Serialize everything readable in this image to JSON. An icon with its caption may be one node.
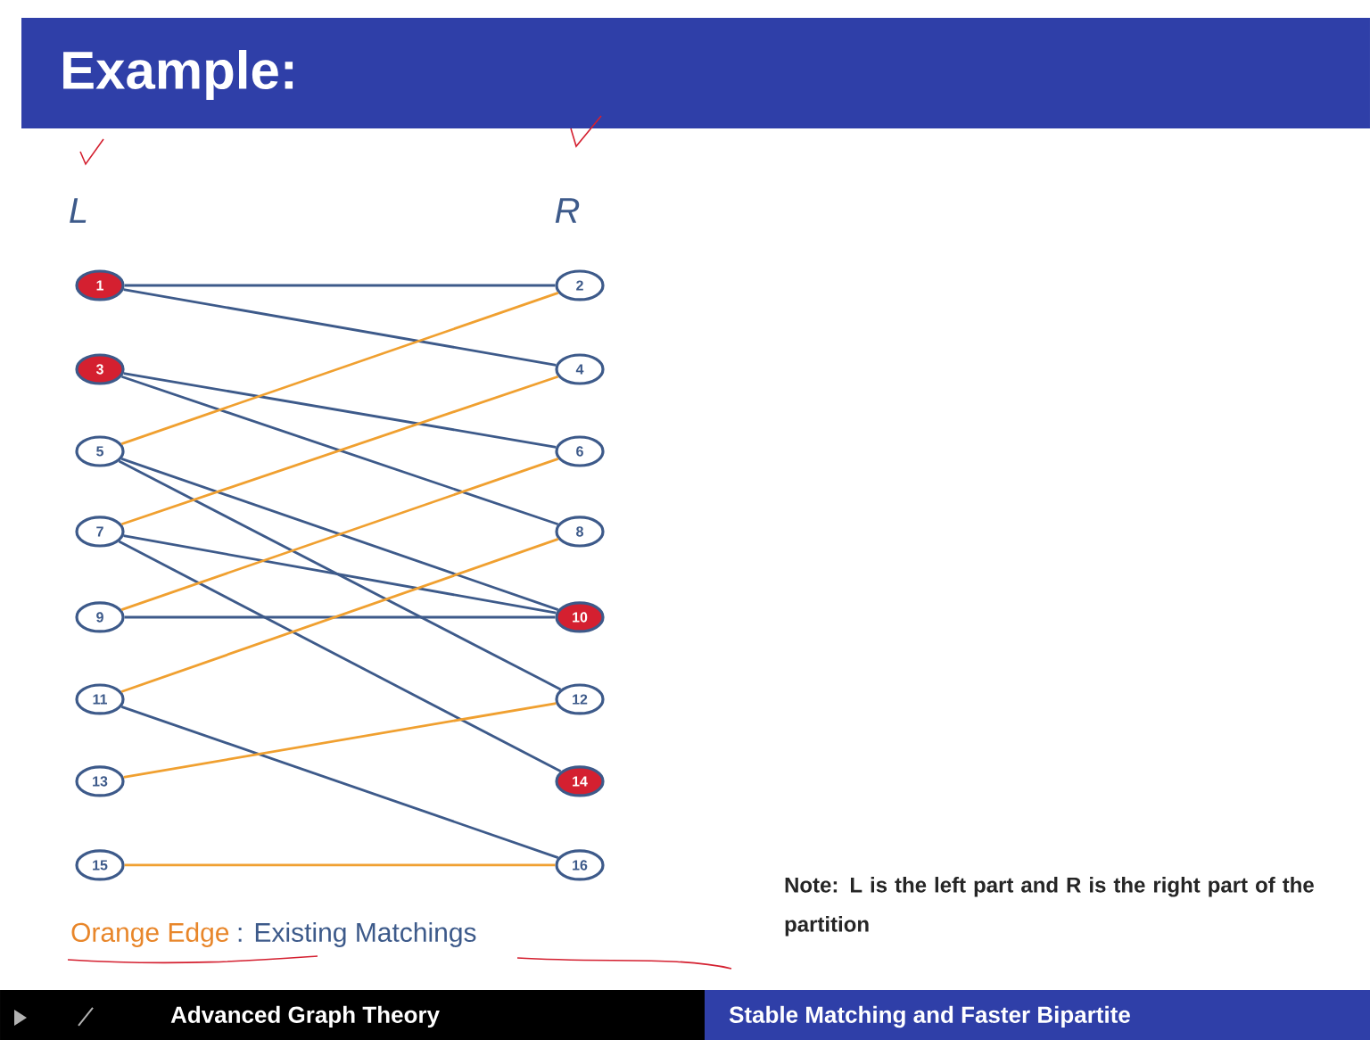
{
  "diagram": {
    "title": "Example:",
    "nodes": [
      {
        "text": [
          "1"
        ]
      },
      {
        "text": [
          "3"
        ]
      },
      {
        "text": [
          "5"
        ]
      },
      {
        "text": [
          "7"
        ]
      },
      {
        "text": [
          "9"
        ]
      },
      {
        "text": [
          "11"
        ]
      },
      {
        "text": [
          "13"
        ]
      },
      {
        "text": [
          "15"
        ]
      },
      {
        "text": [
          "2"
        ]
      },
      {
        "text": [
          "4"
        ]
      },
      {
        "text": [
          "6"
        ]
      },
      {
        "text": [
          "8"
        ]
      },
      {
        "text": [
          "10"
        ]
      },
      {
        "text": [
          "12"
        ]
      },
      {
        "text": [
          "14"
        ]
      },
      {
        "text": [
          "16"
        ]
      }
    ],
    "edges": [
      {
        "from": 0,
        "to": 8,
        "arrow": "none"
      },
      {
        "from": 0,
        "to": 9,
        "arrow": "none"
      },
      {
        "from": 1,
        "to": 10,
        "arrow": "none"
      },
      {
        "from": 1,
        "to": 11,
        "arrow": "none"
      },
      {
        "from": 2,
        "to": 8,
        "arrow": "none",
        "color": "#f0a030"
      },
      {
        "from": 2,
        "to": 12,
        "arrow": "none"
      },
      {
        "from": 2,
        "to": 13,
        "arrow": "none"
      },
      {
        "from": 3,
        "to": 9,
        "arrow": "none",
        "color": "#f0a030"
      },
      {
        "from": 3,
        "to": 12,
        "arrow": "none"
      },
      {
        "from": 3,
        "to": 14,
        "arrow": "none"
      },
      {
        "from": 4,
        "to": 10,
        "arrow": "none",
        "color": "#f0a030"
      },
      {
        "from": 4,
        "to": 12,
        "arrow": "none"
      },
      {
        "from": 5,
        "to": 11,
        "arrow": "none",
        "color": "#f0a030"
      },
      {
        "from": 5,
        "to": 15,
        "arrow": "none"
      },
      {
        "from": 6,
        "to": 13,
        "arrow": "none",
        "color": "#f0a030"
      },
      {
        "from": 7,
        "to": 15,
        "arrow": "none",
        "color": "#f0a030"
      }
    ],
    "labels": [
      "L",
      "R",
      "Orange Edge",
      ": Existing Matchings",
      "Note: L is the left part and R is the right part of the partition",
      "Advanced Graph Theory",
      "Stable Matching and Faster Bipartite"
    ]
  }
}
